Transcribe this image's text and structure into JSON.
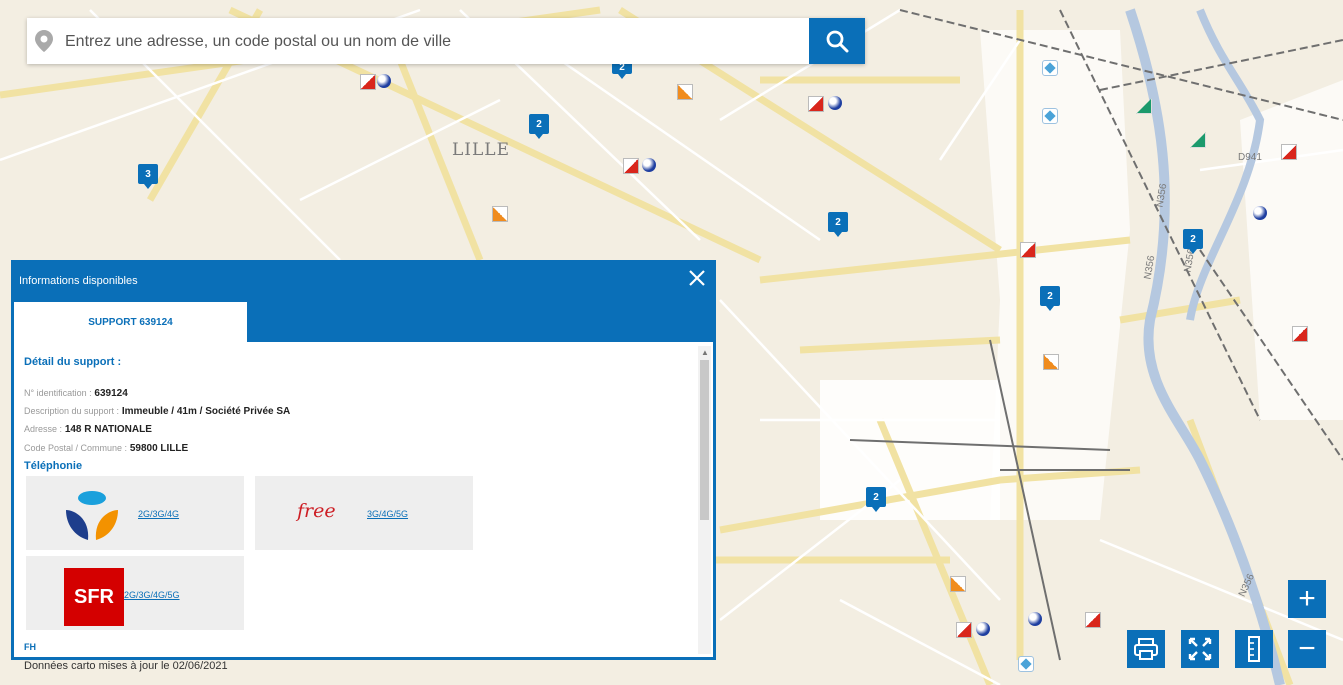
{
  "search": {
    "placeholder": "Entrez une adresse, un code postal ou un nom de ville"
  },
  "map": {
    "city_label": "LILLE",
    "road_labels": [
      "D941",
      "N356",
      "N356",
      "N356",
      "N356"
    ],
    "cluster_markers": [
      "3",
      "2",
      "2",
      "2",
      "2",
      "2"
    ],
    "cluster_marker_top": "2"
  },
  "panel": {
    "title": "Informations disponibles",
    "tab_label": "SUPPORT 639124",
    "section_title": "Détail du support :",
    "fields": [
      {
        "label": "N° identification :",
        "value": "639124"
      },
      {
        "label": "Description du support :",
        "value": "Immeuble / 41m / Société Privée SA"
      },
      {
        "label": "Adresse :",
        "value": "148 R NATIONALE"
      },
      {
        "label": "Code Postal / Commune :",
        "value": "59800 LILLE"
      }
    ],
    "telephony_title": "Téléphonie",
    "operators": [
      {
        "name": "Bouygues",
        "tech": "2G/3G/4G"
      },
      {
        "name": "free",
        "tech": "3G/4G/5G"
      },
      {
        "name": "SFR",
        "tech": "2G/3G/4G/5G"
      }
    ],
    "next_section": "FH"
  },
  "footer": {
    "update_note": "Données carto mises à jour le 02/06/2021"
  },
  "controls": {
    "zoom_in": "+",
    "zoom_out": "−"
  }
}
